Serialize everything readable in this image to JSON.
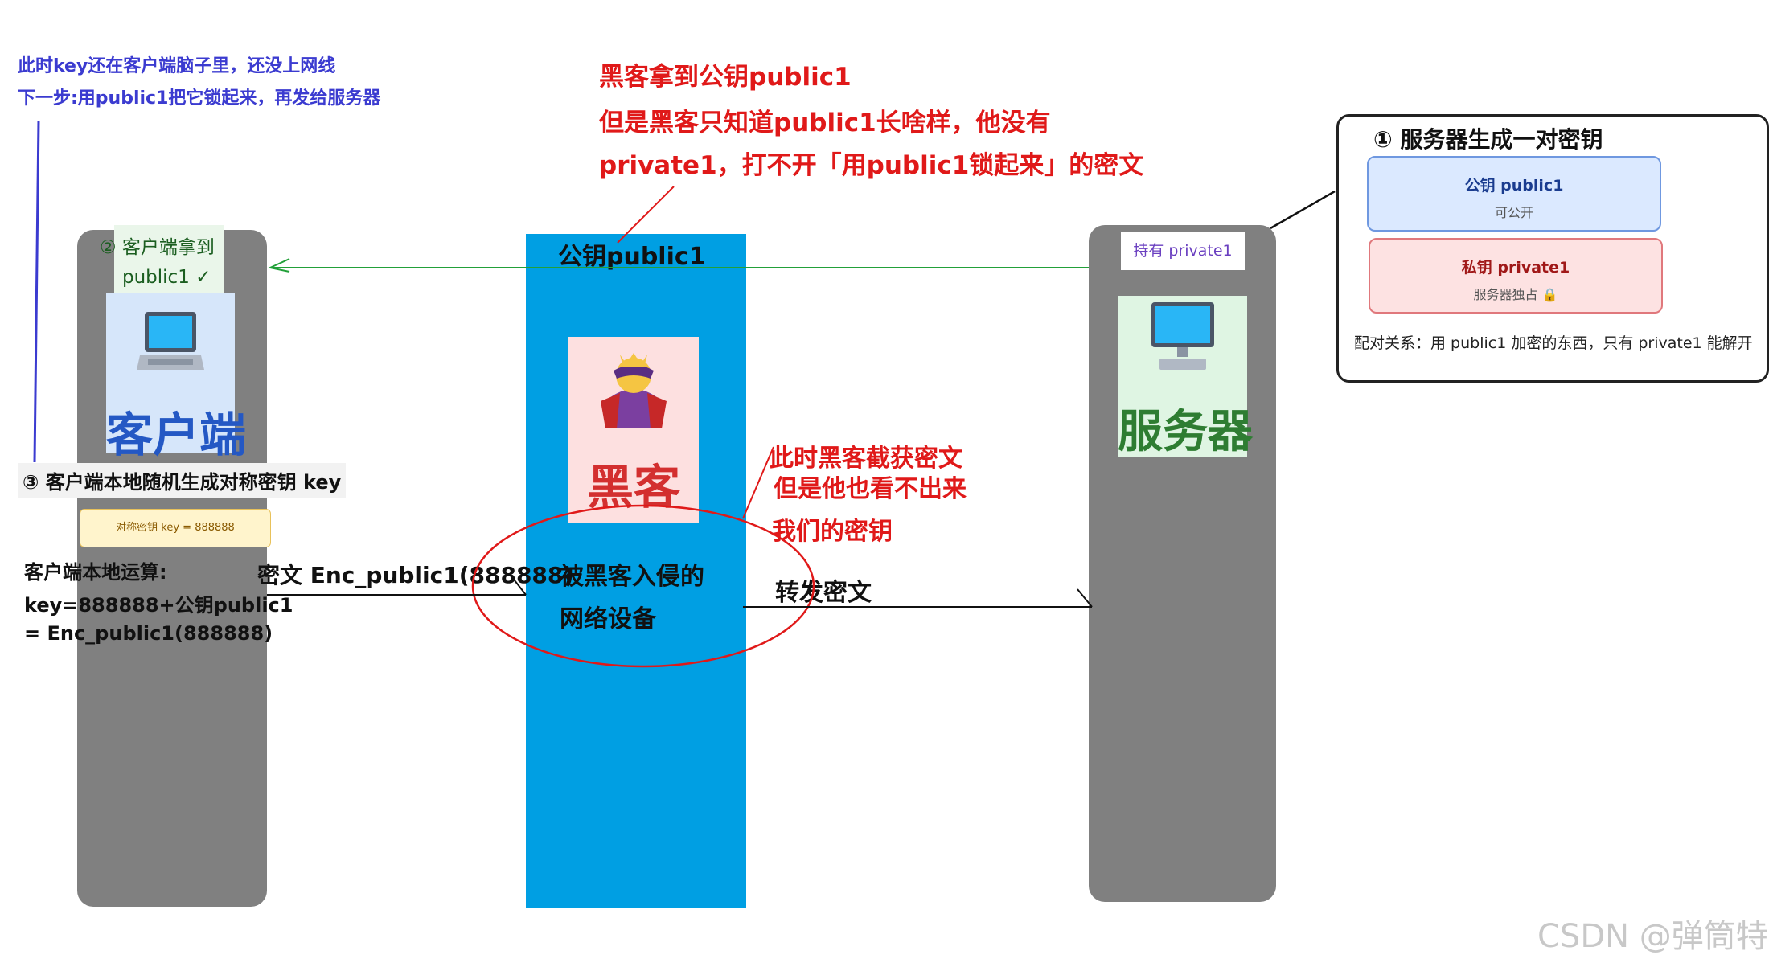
{
  "notes": {
    "blue_line1": "此时key还在客户端脑子里，还没上网线",
    "blue_line2": "下一步:用public1把它锁起来，再发给服务器",
    "hacker_line1": "黑客拿到公钥public1",
    "hacker_line2": "但是黑客只知道public1长啥样，他没有",
    "hacker_line3": "private1，打不开「用public1锁起来」的密文",
    "intercept_line1": "此时黑客截获密文",
    "intercept_line2": "但是他也看不出来",
    "intercept_line3": "我们的密钥"
  },
  "client": {
    "step2_line1": "② 客户端拿到",
    "step2_line2": "public1 ✓",
    "label": "客户端",
    "step3": "③ 客户端本地随机生成对称密钥 key",
    "key_badge": "对称密钥 key = 888888",
    "calc_line1": "客户端本地运算:",
    "calc_line2": "key=888888+公钥public1",
    "calc_line3": "= Enc_public1(888888)"
  },
  "hacker": {
    "pubkey_label": "公钥public1",
    "label": "黑客",
    "device_line1": "被黑客入侵的",
    "device_line2": "网络设备"
  },
  "arrows": {
    "cipher_label": "密文 Enc_public1(888888)",
    "forward_label": "转发密文"
  },
  "server": {
    "holds": "持有 private1",
    "label": "服务器"
  },
  "panel": {
    "title": "① 服务器生成一对密钥",
    "public_title": "公钥 public1",
    "public_sub": "可公开",
    "private_title": "私钥 private1",
    "private_sub": "服务器独占 🔒",
    "relation": "配对关系：用 public1 加密的东西，只有 private1 能解开"
  },
  "watermark": "CSDN @弹筒特",
  "colors": {
    "pillar": "#808080",
    "network": "#009fe3",
    "blue_note": "#3b3bd0",
    "red_note": "#e01919",
    "green_arrow": "#22a039"
  }
}
